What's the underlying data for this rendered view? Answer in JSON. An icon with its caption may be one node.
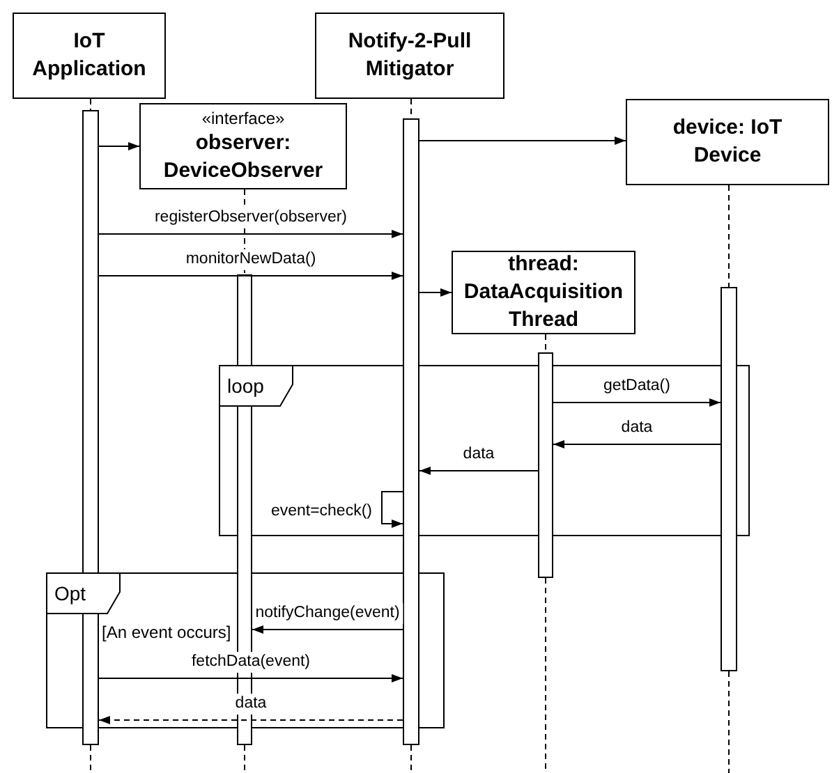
{
  "diagram": {
    "nodes": [
      {
        "text": [
          "IoT Application"
        ]
      },
      {
        "text": [
          "«interface»",
          "observer: DeviceObserver"
        ]
      },
      {
        "text": [
          "Notify-2-Pull Mitigator"
        ]
      },
      {
        "text": [
          "device: IoT Device"
        ]
      },
      {
        "text": [
          "thread: DataAcquisition Thread"
        ]
      },
      {
        "text": [],
        "shape": "bar"
      },
      {
        "text": [],
        "shape": "bar"
      },
      {
        "text": [],
        "shape": "bar"
      },
      {
        "text": [],
        "shape": "bar"
      },
      {
        "text": [],
        "shape": "bar"
      }
    ],
    "edges": [
      {
        "from": 0,
        "to": 5,
        "arrow": "none",
        "style": "dashed"
      },
      {
        "from": 1,
        "to": 6,
        "arrow": "none",
        "style": "dashed"
      },
      {
        "from": 2,
        "to": 7,
        "arrow": "none",
        "style": "dashed"
      },
      {
        "from": 3,
        "to": 9,
        "arrow": "none",
        "style": "dashed"
      },
      {
        "from": 4,
        "to": 8,
        "arrow": "none",
        "style": "dashed"
      },
      {
        "from": 5,
        "to": 1,
        "arrow": "to"
      },
      {
        "from": 7,
        "to": 3,
        "arrow": "to"
      },
      {
        "from": 5,
        "to": 7,
        "arrow": "to",
        "label": "registerObserver(observer)"
      },
      {
        "from": 5,
        "to": 7,
        "arrow": "to",
        "label": "monitorNewData()"
      },
      {
        "from": 7,
        "to": 4,
        "arrow": "to"
      },
      {
        "from": 8,
        "to": 9,
        "arrow": "to",
        "label": "getData()"
      },
      {
        "from": 9,
        "to": 8,
        "arrow": "to",
        "label": "data"
      },
      {
        "from": 8,
        "to": 7,
        "arrow": "to",
        "label": "data"
      },
      {
        "from": 7,
        "to": 7,
        "arrow": "to",
        "label": "event=check()"
      },
      {
        "from": 7,
        "to": 6,
        "arrow": "to",
        "label": "notifyChange(event)"
      },
      {
        "from": 5,
        "to": 7,
        "arrow": "to",
        "label": "fetchData(event)"
      },
      {
        "from": 7,
        "to": 5,
        "arrow": "to",
        "label": "data",
        "style": "dashed"
      }
    ],
    "labels": [
      "loop",
      "Opt",
      "[An event occurs]"
    ]
  }
}
